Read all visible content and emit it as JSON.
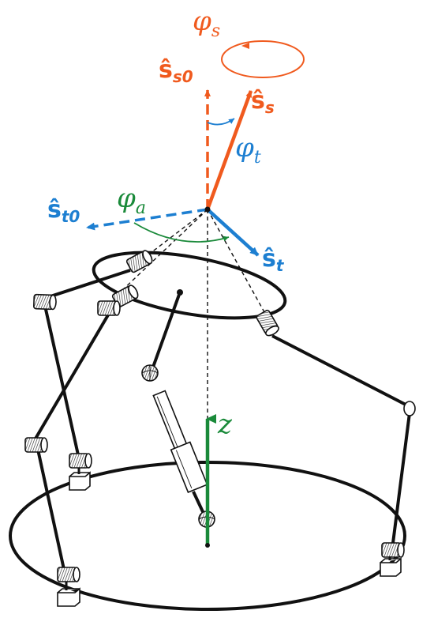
{
  "labels": {
    "phi_s": "φ",
    "phi_s_sub": "s",
    "s_s0": "ŝ",
    "s_s0_sub": "s0",
    "s_s": "ŝ",
    "s_s_sub": "s",
    "phi_t": "φ",
    "phi_t_sub": "t",
    "s_t0": "ŝ",
    "s_t0_sub": "t0",
    "phi_a": "φ",
    "phi_a_sub": "a",
    "s_t": "ŝ",
    "s_t_sub": "t",
    "z": "z"
  },
  "colors": {
    "orange": "#f05a1e",
    "blue": "#1d7fd1",
    "green": "#1a8a3a",
    "black": "#111111"
  }
}
